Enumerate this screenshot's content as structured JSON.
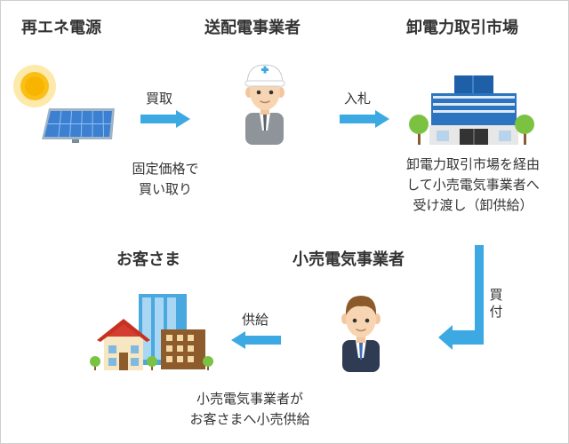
{
  "nodes": {
    "generator": {
      "title": "再エネ電源"
    },
    "transmission": {
      "title": "送配電事業者"
    },
    "market": {
      "title": "卸電力取引市場"
    },
    "retailer": {
      "title": "小売電気事業者"
    },
    "customer": {
      "title": "お客さま"
    }
  },
  "flows": {
    "purchase": {
      "label": "買取"
    },
    "bid": {
      "label": "入札"
    },
    "pay": {
      "label": [
        "買",
        "付"
      ]
    },
    "supply": {
      "label": "供給"
    }
  },
  "captions": {
    "purchase": [
      "固定価格で",
      "買い取り"
    ],
    "market": [
      "卸電力取引市場を経由",
      "して小売電気事業者へ",
      "受け渡し（卸供給）"
    ],
    "retail": [
      "小売電気事業者が",
      "お客さまへ小売供給"
    ]
  },
  "colors": {
    "arrow": "#3ca9e3",
    "text": "#333333",
    "sun_outer": "#fde9a9",
    "sun_inner": "#f7b500",
    "panel": "#3d7fd1",
    "suit": "#2f3b52"
  },
  "icons": {
    "generator": "solar-panel-sun-icon",
    "transmission": "helmet-worker-icon",
    "market": "office-building-icon",
    "retailer": "businessman-icon",
    "customer": "houses-buildings-icon"
  }
}
